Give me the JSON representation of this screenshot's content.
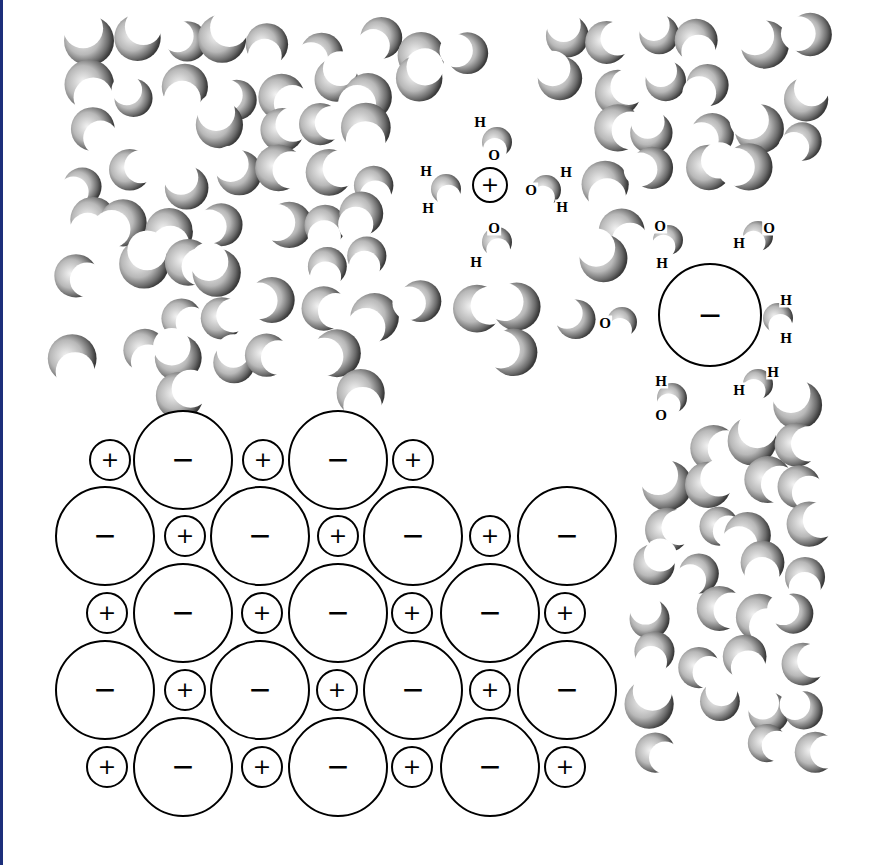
{
  "diagram": {
    "nodes": [
      {
        "text": [
          "+"
        ]
      },
      {
        "text": [
          "−"
        ]
      },
      {
        "text": [
          "+"
        ]
      },
      {
        "text": [
          "−"
        ]
      },
      {
        "text": [
          "+"
        ]
      },
      {
        "text": [
          "−"
        ]
      },
      {
        "text": [
          "+"
        ]
      },
      {
        "text": [
          "−"
        ]
      },
      {
        "text": [
          "+"
        ]
      },
      {
        "text": [
          "−"
        ]
      },
      {
        "text": [
          "+"
        ]
      },
      {
        "text": [
          "−"
        ]
      },
      {
        "text": [
          "+"
        ]
      },
      {
        "text": [
          "−"
        ]
      },
      {
        "text": [
          "+"
        ]
      },
      {
        "text": [
          "−"
        ]
      },
      {
        "text": [
          "+"
        ]
      },
      {
        "text": [
          "−"
        ]
      },
      {
        "text": [
          "+"
        ]
      },
      {
        "text": [
          "−"
        ]
      },
      {
        "text": [
          "+"
        ]
      },
      {
        "text": [
          "−"
        ]
      },
      {
        "text": [
          "+"
        ]
      },
      {
        "text": [
          "−"
        ]
      },
      {
        "text": [
          "+"
        ]
      },
      {
        "text": [
          "−"
        ]
      },
      {
        "text": [
          "+"
        ]
      },
      {
        "text": [
          "−"
        ]
      },
      {
        "text": [
          "+"
        ]
      },
      {
        "text": [
          "−"
        ]
      },
      {
        "text": [
          "+"
        ]
      },
      {
        "text": [
          "−"
        ]
      },
      {
        "text": [
          "+"
        ]
      },
      {
        "text": [
          "−"
        ]
      },
      {
        "text": [
          "+"
        ]
      }
    ],
    "labels": [
      "H",
      "O",
      "H",
      "H",
      "O",
      "H",
      "H",
      "O",
      "H",
      "O",
      "H",
      "H",
      "O",
      "O",
      "H",
      "H",
      "H",
      "O",
      "H",
      "H"
    ]
  }
}
